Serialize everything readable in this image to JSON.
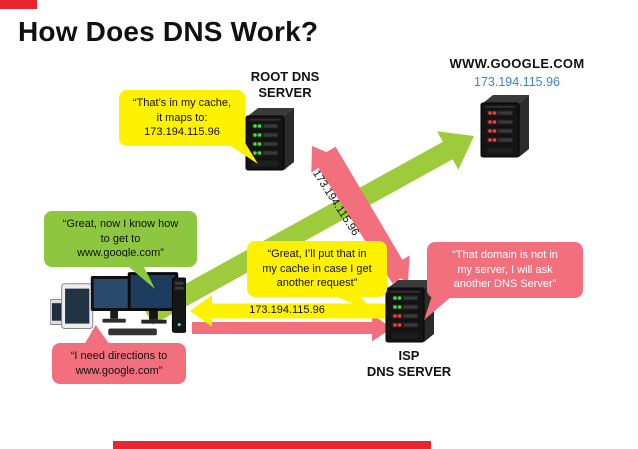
{
  "title": "How Does DNS Work?",
  "colors": {
    "arrow_green": "#9ecb3b",
    "bubble_green": "#8dc63f",
    "yellow": "#fff200",
    "pink": "#f2707e",
    "red_bar": "#e8262d",
    "ip_blue": "#3d85c6",
    "led_green": "#39e639",
    "led_red": "#ff3b30"
  },
  "nodes": {
    "root_dns": {
      "label": "ROOT DNS\nSERVER",
      "leds": [
        "green",
        "green",
        "green",
        "green"
      ]
    },
    "google": {
      "label": "WWW.GOOGLE.COM",
      "ip": "173.194.115.96",
      "leds": [
        "red",
        "red",
        "red",
        "red"
      ]
    },
    "isp": {
      "label": "ISP\nDNS SERVER",
      "leds": [
        "green",
        "green",
        "red",
        "red"
      ]
    }
  },
  "bubbles": {
    "root_cache": {
      "text": "“That’s in my cache,\nit maps to:\n173.194.115.96"
    },
    "client_knows": {
      "text": "“Great, now I know how\nto get to\nwww.google.com”"
    },
    "isp_cache": {
      "text": "“Great, I’ll put that in\nmy cache in case I get\nanother request”"
    },
    "isp_ask": {
      "text": "“That domain is not in\nmy server, I will ask\nanother DNS Server”"
    },
    "client_ask": {
      "text": "“I need directions to\nwww.google.com”"
    }
  },
  "arrow_labels": {
    "root_to_isp": "173.194.115.96",
    "isp_to_client": "173.194.115.96"
  }
}
